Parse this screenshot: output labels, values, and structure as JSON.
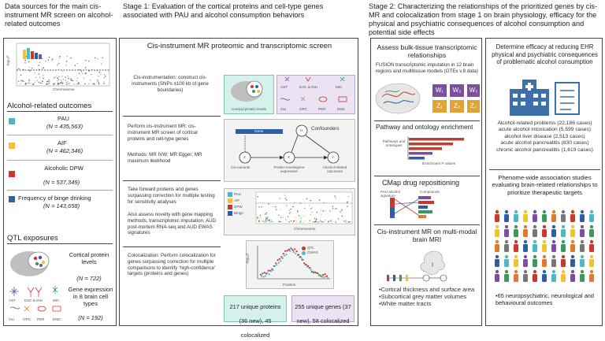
{
  "col1": {
    "header": "Data sources for the main cis-instrument MR screen on alcohol-related outcomes",
    "manhattan": {
      "ylabel": "-log₁₀P",
      "xlabel": "Chromosome"
    },
    "outcomes_title": "Alcohol-related outcomes",
    "outcomes": [
      {
        "name": "PAU",
        "n": "(N = 435,563)",
        "color": "#4cb8c4"
      },
      {
        "name": "AIF",
        "n": "(N = 462,346)",
        "color": "#f2c12e"
      },
      {
        "name": "Alcoholic DPW",
        "n": "(N = 537,349)",
        "color": "#c8382c"
      },
      {
        "name": "Frequency of binge drinking",
        "n": "(N = 143,658)",
        "color": "#2e5fa3"
      }
    ],
    "qtl_title": "QTL exposures",
    "cortical": "Cortical protein levels",
    "cortical_n": "(N = 722)",
    "celltypes": [
      "AST",
      "EXC & INH",
      "MIC",
      "OLI",
      "OPC",
      "PER",
      "END"
    ],
    "gene_expr": "Gene expression in 8 brain cell types",
    "gene_expr_n": "(N = 192)"
  },
  "col2": {
    "header": "Stage 1: Evaluation of the cortical proteins and cell-type genes associated with PAU and alcohol consumption behaviors",
    "title": "Cis-instrument MR proteomic and transcriptomic screen",
    "step1": "Cis-instrumentation: construct cis-instruments (SNPs ±100 kb of gene boundaries)",
    "step1_label": "Cortical protein levels",
    "celltypes": [
      "AST",
      "EXC & INH",
      "MIC",
      "OLI",
      "OPC",
      "PER",
      "END"
    ],
    "step2": "Perform cis-instrument MR: cis-instrument MR screen of cortical proteins and cell-type genes",
    "step2_methods": "Methods: MR IVW; MR Egger; MR maximum likelihood",
    "dag": {
      "gene": "Gene",
      "confounders": "Confounders",
      "cis": "Cis-variants",
      "protein": "Protein levels/gene expression",
      "outcome": "Alcohol-related outcomes",
      "u": "U",
      "z": "Z",
      "x": "X",
      "y": "Y"
    },
    "step3": "Take forward proteins and genes surpassing correction for multiple testing for sensitivity analyses",
    "step3b": "Also assess novelty with gene mapping methods, transcriptomic imputation, AUD post-mortem RNA-seq and AUD EWAS signatures",
    "plot_legend": [
      "PAU",
      "AIF",
      "DPW",
      "Binge"
    ],
    "plot_xlabel": "Chromosome",
    "step4": "Colocalization: Perform colocalization for genes surpassing correction for multiple comparisons to identify ‘high-confidence’ targets (proteins and genes)",
    "coloc_legend": [
      "QTL",
      "GWAS"
    ],
    "coloc_xlabel": "Position",
    "coloc_ylabel": "-log₁₀P",
    "result_proteins": "217 unique proteins (36 new), 45 colocalized",
    "result_genes": "255 unique genes (37 new), 58 colocalized"
  },
  "col3": {
    "header": "Stage 2: Characterizing the relationships of the prioritized genes by cis-MR and colocalization from stage 1 on brain physiology, efficacy for the physical and psychiatric consequences of alcohol consumption and potential side effects",
    "bulk_title": "Assess bulk-tissue transcriptomic relationships",
    "fusion": "FUSION transcriptomic imputation in 12 brain regions and multitissue models (GTEx v.8 data)",
    "w_labels": [
      "W₁",
      "W₂",
      "W₃"
    ],
    "z_labels": [
      "Z₁",
      "Z₂",
      "Z₃"
    ],
    "pathway_title": "Pathway and ontology enrichment",
    "pathway_ylabel": "Pathways and ontologies",
    "pathway_xlabel": "Enrichment P values",
    "cmap_title": "CMap drug repositioning",
    "cmap_left": "PAU alcohol signature",
    "cmap_right": "Compounds",
    "mri_title": "Cis-instrument MR on multi-modal brain MRI",
    "mri_bullets": [
      "Cortical thickness and surface area",
      "Subcortical grey matter volumes",
      "White matter tracts"
    ]
  },
  "col4": {
    "efficacy": "Determine efficacy at reducing EHR physical and psychiatric consequences of problematic alcohol consumption",
    "conditions": [
      "Alcohol-related problems (22,186 cases)",
      "acute alcohol intoxication (5,599 cases)",
      "alcohol liver disease (2,513 cases)",
      "acute alcohol pancreatitis (830 cases)",
      "chronic alcohol pancreatitis (1,619 cases)"
    ],
    "phewas": "Phenome-wide association studies evaluating brain-related relationships to prioritize therapeutic targets",
    "bullet": "65 neuropsychiatric, neurological and behavioural outcomes",
    "people_colors": [
      "#c8382c",
      "#2e5fa3",
      "#4cb8c4",
      "#f2c12e",
      "#7b4fa0",
      "#3a9a5b",
      "#e07b2e",
      "#777777"
    ]
  }
}
